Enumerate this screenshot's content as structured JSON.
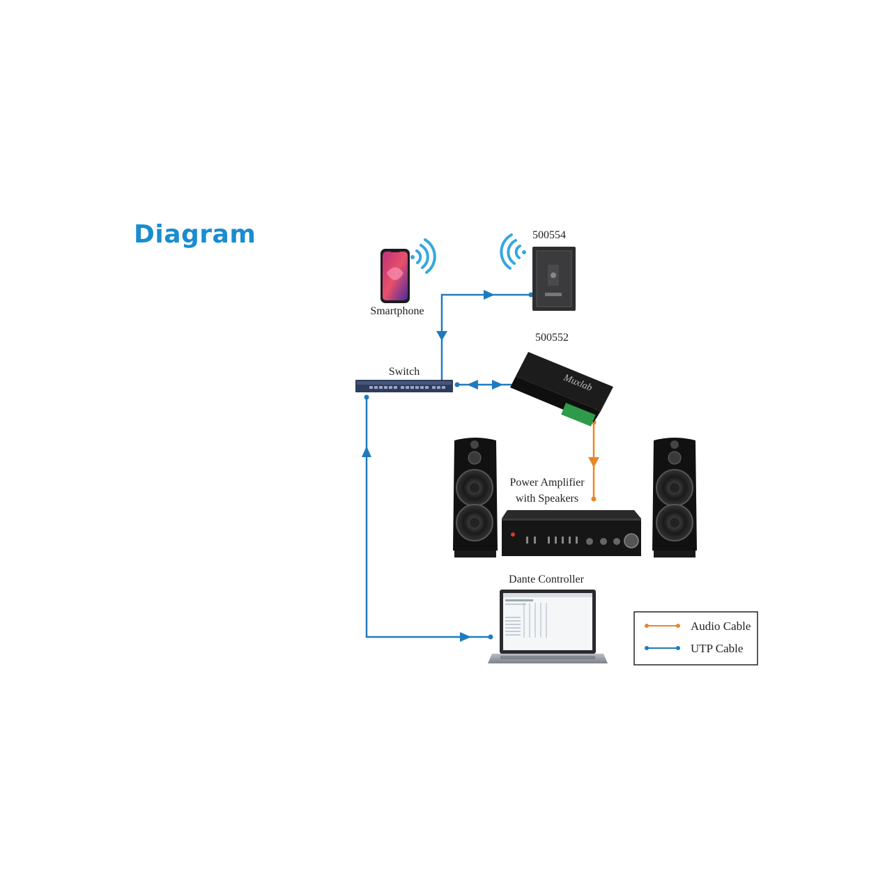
{
  "heading": "Diagram",
  "nodes": {
    "smartphone": "Smartphone",
    "wall_plate": "500554",
    "interface": "500552",
    "switch": "Switch",
    "amplifier_line1": "Power Amplifier",
    "amplifier_line2": "with Speakers",
    "controller": "Dante Controller"
  },
  "legend": {
    "audio": "Audio Cable",
    "utp": "UTP Cable"
  },
  "colors": {
    "utp": "#1f7bbf",
    "audio": "#e8862a",
    "heading": "#1a8ccf"
  }
}
